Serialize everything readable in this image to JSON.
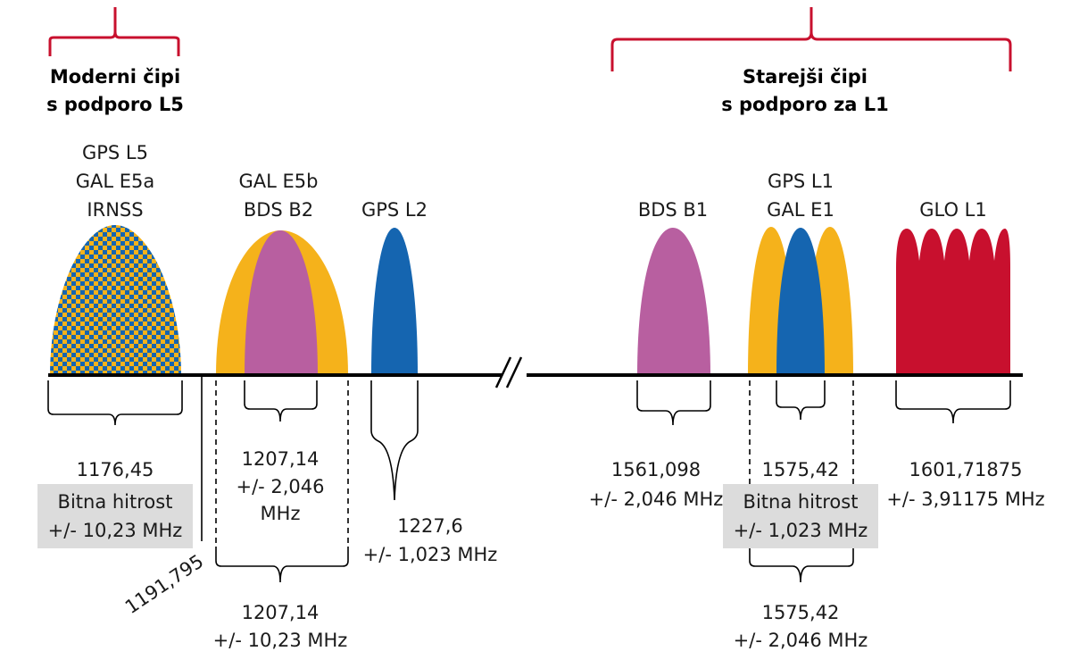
{
  "groups": {
    "modern": {
      "line1": "Moderni čipi",
      "line2": "s podporo L5"
    },
    "legacy": {
      "line1": "Starejši čipi",
      "line2": "s podporo za L1"
    }
  },
  "signals": {
    "l5": [
      "GPS L5",
      "GAL E5a",
      "IRNSS"
    ],
    "e5b": [
      "GAL E5b",
      "BDS B2"
    ],
    "l2": [
      "GPS L2"
    ],
    "b1": [
      "BDS B1"
    ],
    "l1": [
      "GPS L1",
      "GAL E1"
    ],
    "glo": [
      "GLO L1"
    ]
  },
  "frequencies": {
    "l5": {
      "center": "1176,45",
      "rate_label": "Bitna hitrost",
      "bandwidth": "+/- 10,23 MHz"
    },
    "boundary": "1191,795",
    "e5b_inner": {
      "center": "1207,14",
      "bandwidth": "+/- 2,046",
      "unit": "MHz"
    },
    "e5b_outer": {
      "center": "1207,14",
      "bandwidth": "+/- 10,23 MHz"
    },
    "l2": {
      "center": "1227,6",
      "bandwidth": "+/- 1,023 MHz"
    },
    "b1": {
      "center": "1561,098",
      "bandwidth": "+/- 2,046 MHz"
    },
    "l1_inner": {
      "center": "1575,42",
      "rate_label": "Bitna hitrost",
      "bandwidth": "+/- 1,023 MHz"
    },
    "l1_outer": {
      "center": "1575,42",
      "bandwidth": "+/- 2,046 MHz"
    },
    "glo": {
      "center": "1601,71875",
      "bandwidth": "+/- 3,91175 MHz"
    }
  },
  "colors": {
    "gps": "#1565b0",
    "galileo": "#f5b21b",
    "beidou": "#b85fa0",
    "glonass": "#c8102e",
    "brace": "#c8102e"
  }
}
